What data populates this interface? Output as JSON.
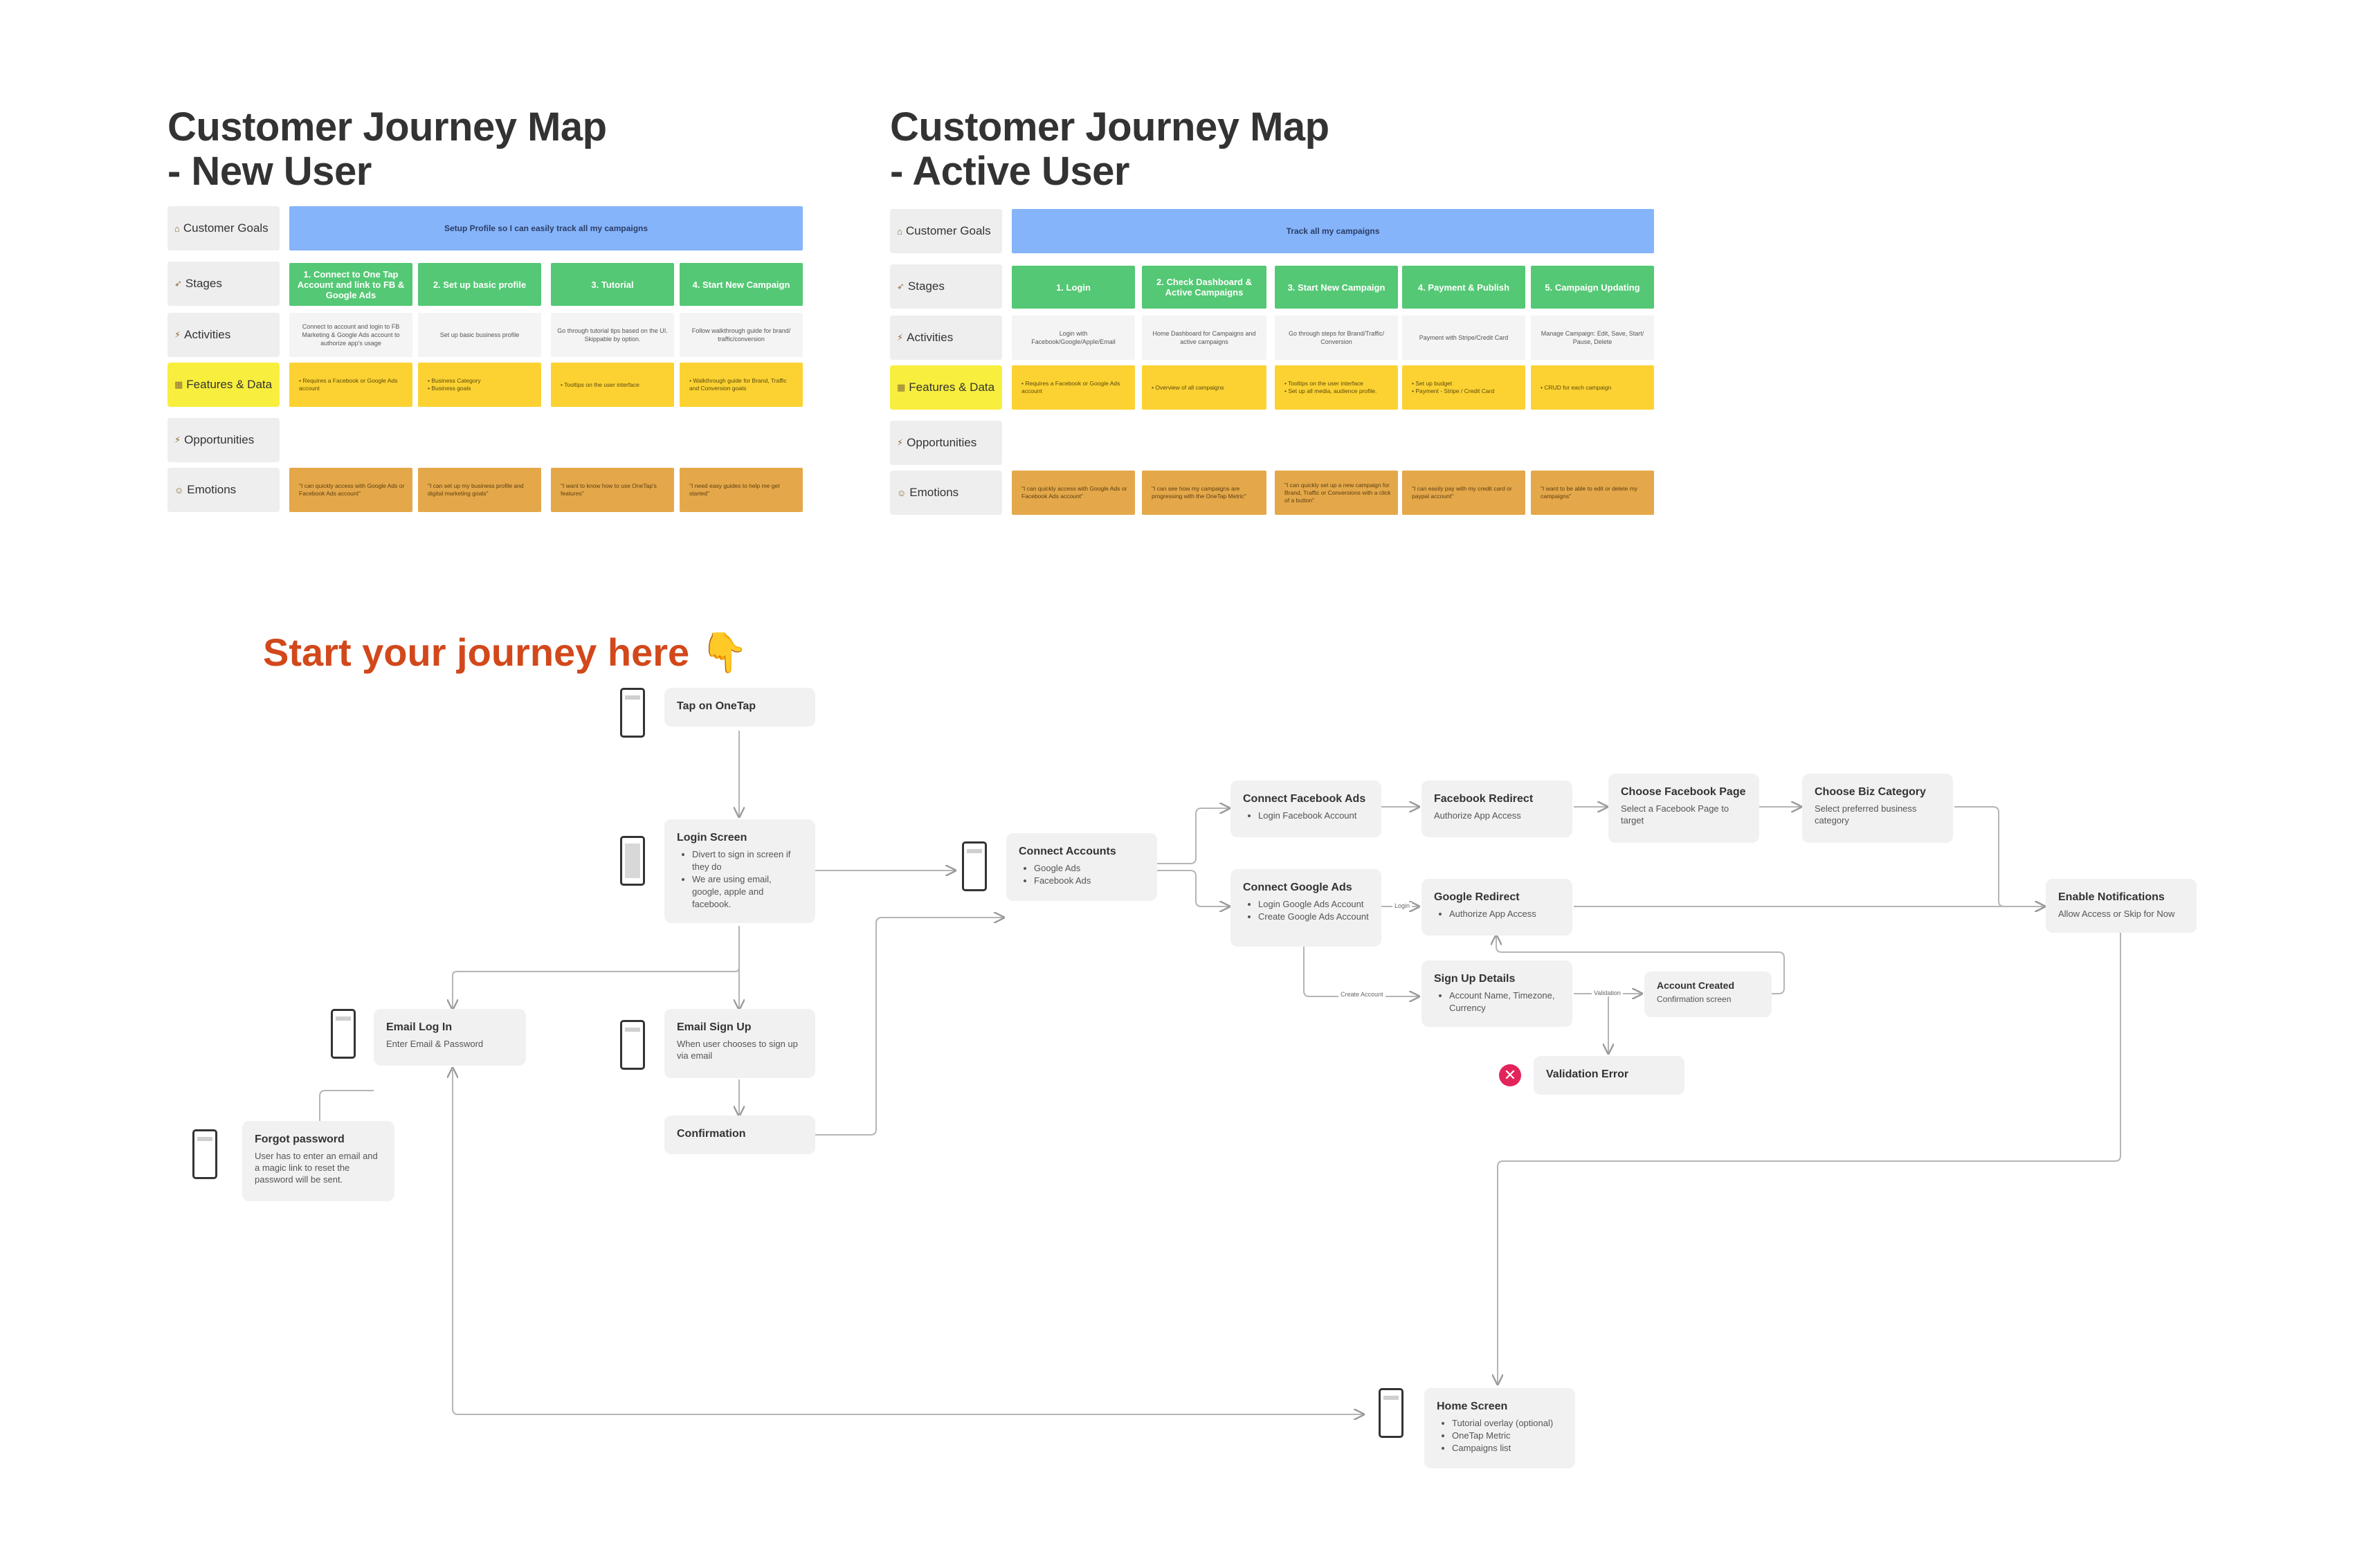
{
  "maps": {
    "new_user": {
      "title_line1": "Customer Journey Map",
      "title_line2": "- New User",
      "row_labels": [
        "Customer Goals",
        "Stages",
        "Activities",
        "Features & Data",
        "Opportunities",
        "Emotions"
      ],
      "goal": "Setup Profile so I can easily track all my campaigns",
      "stages": [
        "1. Connect to One Tap Account and link to FB & Google Ads",
        "2. Set up basic profile",
        "3. Tutorial",
        "4. Start New Campaign"
      ],
      "activities": [
        "Connect to account and login to FB Marketing & Google Ads account to authorize app's usage",
        "Set up basic business profile",
        "Go through tutorial tips based on the UI. Skippable by option.",
        "Follow walkthrough guide for brand/ traffic/conversion"
      ],
      "features": [
        "• Requires a Facebook or Google Ads account",
        "• Business Category\n• Business goals",
        "• Tooltips on the user interface",
        "• Walkthrough guide for Brand, Traffic and Conversion goals"
      ],
      "emotions": [
        "\"I can quickly access with Google Ads or Facebook Ads account\"",
        "\"I can set up my business profile and digital marketing goals\"",
        "\"I want to know how to use OneTap's features\"",
        "\"I need easy guides to help me get started\""
      ]
    },
    "active_user": {
      "title_line1": "Customer Journey Map",
      "title_line2": "- Active User",
      "row_labels": [
        "Customer Goals",
        "Stages",
        "Activities",
        "Features & Data",
        "Opportunities",
        "Emotions"
      ],
      "goal": "Track all my campaigns",
      "stages": [
        "1. Login",
        "2. Check Dashboard & Active Campaigns",
        "3. Start New Campaign",
        "4. Payment & Publish",
        "5. Campaign Updating"
      ],
      "activities": [
        "Login with Facebook/Google/Apple/Email",
        "Home Dashboard for Campaigns and active campaigns",
        "Go through steps for Brand/Traffic/ Conversion",
        "Payment with Stripe/Credit Card",
        "Manage Campaign: Edit, Save, Start/ Pause, Delete"
      ],
      "features": [
        "• Requires a Facebook or Google Ads account",
        "• Overview of all campaigns",
        "• Tooltips on the user interface\n• Set up all media, audience profile.",
        "• Set up budget\n• Payment - Stripe / Credit Card",
        "• CRUD for each campaign"
      ],
      "emotions": [
        "\"I can quickly access with Google Ads or Facebook Ads account\"",
        "\"I can see how my campaigns are progressing with the OneTap Metric\"",
        "\"I can quickly set up a new campaign for Brand, Traffic or Conversions with a click of a button\"",
        "\"I can easily pay with my credit card or paypal account\"",
        "\"I want to be able to edit or delete my campaigns\""
      ]
    }
  },
  "flow": {
    "start_title": "Start your journey here 👇",
    "nodes": {
      "tap_onetap": {
        "title": "Tap on OneTap"
      },
      "login_screen": {
        "title": "Login Screen",
        "bullets": [
          "Divert to sign in screen if they do",
          "We are using email, google, apple and facebook."
        ]
      },
      "email_login": {
        "title": "Email Log In",
        "sub": "Enter Email & Password"
      },
      "email_signup": {
        "title": "Email Sign Up",
        "sub": "When user chooses to sign up via email"
      },
      "confirmation": {
        "title": "Confirmation"
      },
      "forgot_password": {
        "title": "Forgot password",
        "sub": "User has to enter an email and a magic link to reset the password will be sent."
      },
      "connect_accounts": {
        "title": "Connect Accounts",
        "bullets": [
          "Google Ads",
          "Facebook Ads"
        ]
      },
      "connect_facebook": {
        "title": "Connect Facebook Ads",
        "bullets": [
          "Login Facebook Account"
        ]
      },
      "facebook_redirect": {
        "title": "Facebook Redirect",
        "sub": "Authorize App Access"
      },
      "choose_fb_page": {
        "title": "Choose Facebook Page",
        "sub": "Select a Facebook Page to target"
      },
      "choose_biz": {
        "title": "Choose Biz Category",
        "sub": "Select preferred business category"
      },
      "connect_google": {
        "title": "Connect Google Ads",
        "bullets": [
          "Login Google Ads Account",
          "Create Google Ads Account"
        ]
      },
      "google_redirect": {
        "title": "Google Redirect",
        "bullets": [
          "Authorize App Access"
        ]
      },
      "signup_details": {
        "title": "Sign Up Details",
        "bullets": [
          "Account Name, Timezone, Currency"
        ]
      },
      "account_created": {
        "title": "Account Created",
        "sub": "Confirmation screen"
      },
      "validation_error": {
        "title": "Validation Error"
      },
      "enable_notifications": {
        "title": "Enable Notifications",
        "sub": "Allow Access or Skip for Now"
      },
      "home_screen": {
        "title": "Home Screen",
        "bullets": [
          "Tutorial overlay (optional)",
          "OneTap Metric",
          "Campaigns list"
        ]
      }
    },
    "edge_labels": {
      "login": "Login",
      "create_account": "Create Account",
      "validation": "Validation"
    },
    "icons": [
      "phone-icon",
      "close-icon"
    ]
  }
}
